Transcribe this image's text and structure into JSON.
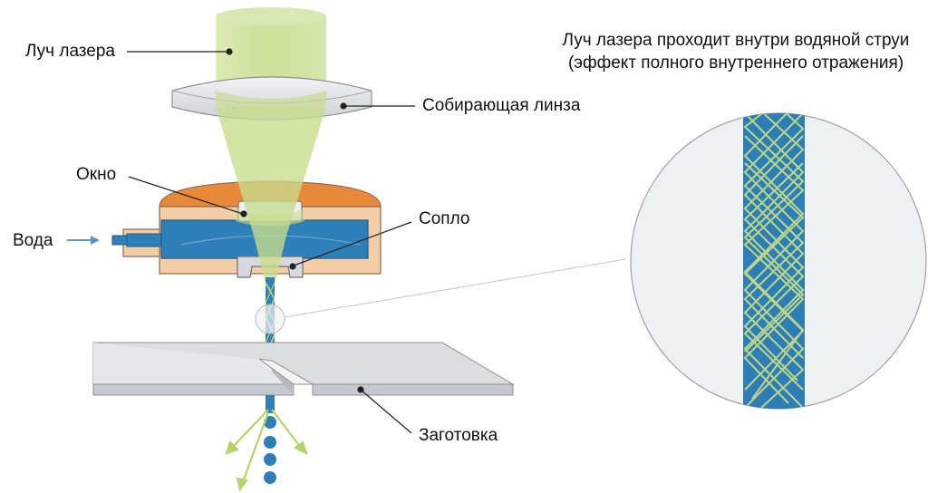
{
  "labels": {
    "laser_beam": "Луч лазера",
    "lens": "Собирающая линза",
    "window": "Окно",
    "water": "Вода",
    "nozzle": "Сопло",
    "workpiece": "Заготовка"
  },
  "note": {
    "line1": "Луч лазера проходит внутри водяной струи",
    "line2": "(эффект полного внутреннего отражения)"
  },
  "colors": {
    "laser": "#c9de8e",
    "laser_line": "#b4d36a",
    "water": "#2f7fb8",
    "housing": "#f2cda6",
    "housing_top": "#e8883a",
    "plate": "#dedfe3",
    "lens": "#e3e4e8"
  }
}
